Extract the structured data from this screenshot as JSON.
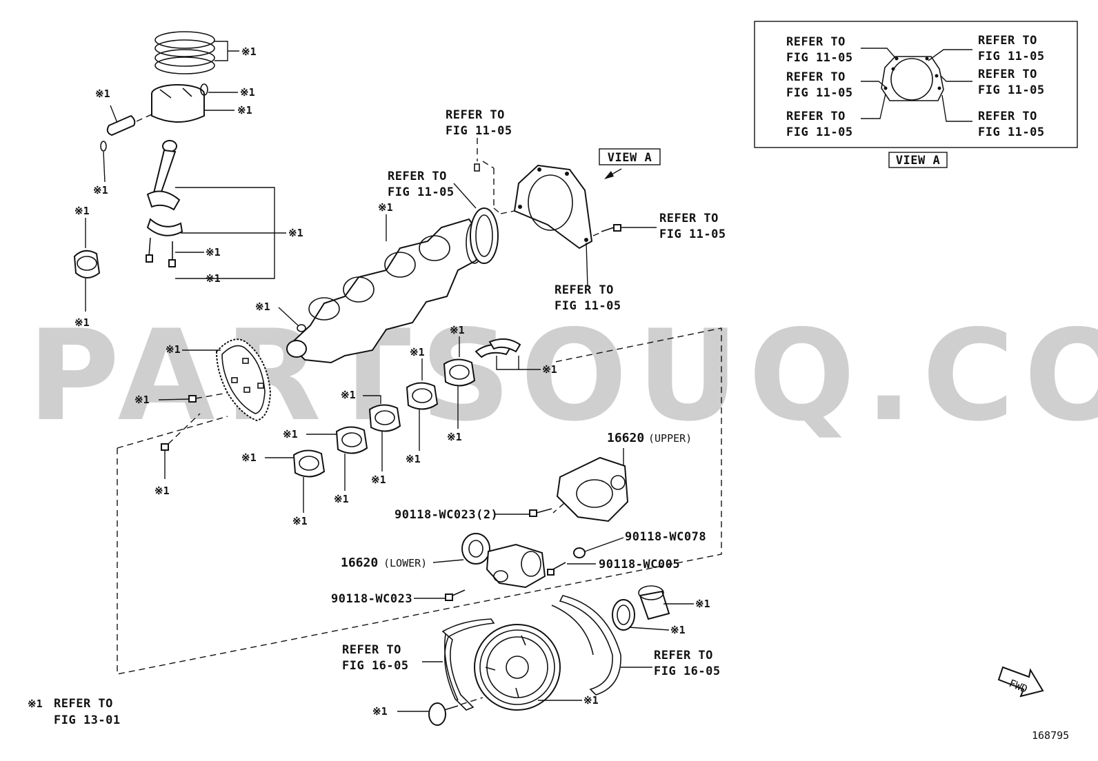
{
  "diagram": {
    "watermark": "PARTSOUQ.COM",
    "drawing_number": "168795",
    "view_a_badge": "VIEW A",
    "view_a_caption": "VIEW A",
    "fwd_label": "FWD",
    "footnote": {
      "mark": "※1",
      "line1": "REFER TO",
      "line2": "FIG 13-01"
    },
    "ref_11_05": {
      "line1": "REFER TO",
      "line2": "FIG 11-05"
    },
    "ref_16_05": {
      "line1": "REFER TO",
      "line2": "FIG 16-05"
    },
    "note_mark": "※1",
    "parts": {
      "p16620_upper": {
        "number": "16620",
        "suffix": "(UPPER)"
      },
      "p16620_lower": {
        "number": "16620",
        "suffix": "(LOWER)"
      },
      "bolt_wc023_2": "90118-WC023(2)",
      "bolt_wc078": "90118-WC078",
      "bolt_wc005": "90118-WC005",
      "bolt_wc023": "90118-WC023"
    }
  }
}
